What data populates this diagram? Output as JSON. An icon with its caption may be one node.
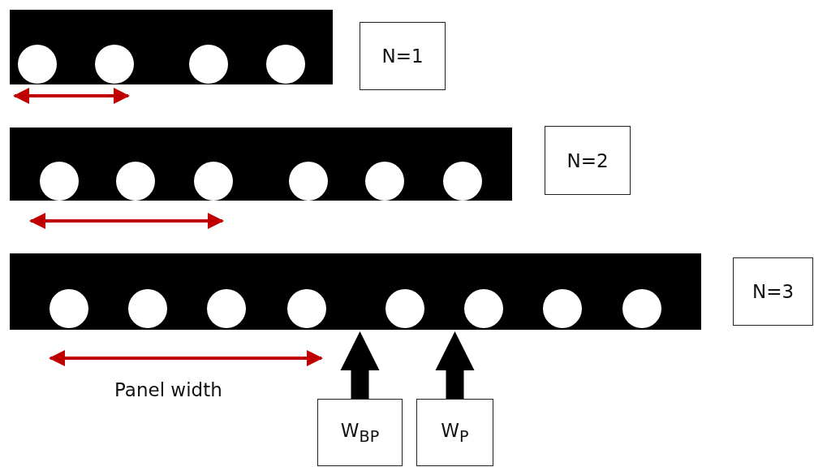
{
  "diagram": {
    "nodes": [
      {
        "text": [],
        "shape": "bar"
      },
      {
        "text": [
          "N=1"
        ]
      },
      {
        "text": [],
        "shape": "bar"
      },
      {
        "text": [
          "N=2"
        ]
      },
      {
        "text": [],
        "shape": "bar"
      },
      {
        "text": [
          "N=3"
        ]
      },
      {
        "text": [
          "W$_{BP}$"
        ]
      },
      {
        "text": [
          "W$_{P}$"
        ]
      }
    ],
    "edges": [
      {
        "from": 6,
        "to": 4,
        "arrow": "to"
      },
      {
        "from": 7,
        "to": 4,
        "arrow": "to"
      }
    ],
    "labels": [
      "Panel width"
    ]
  }
}
